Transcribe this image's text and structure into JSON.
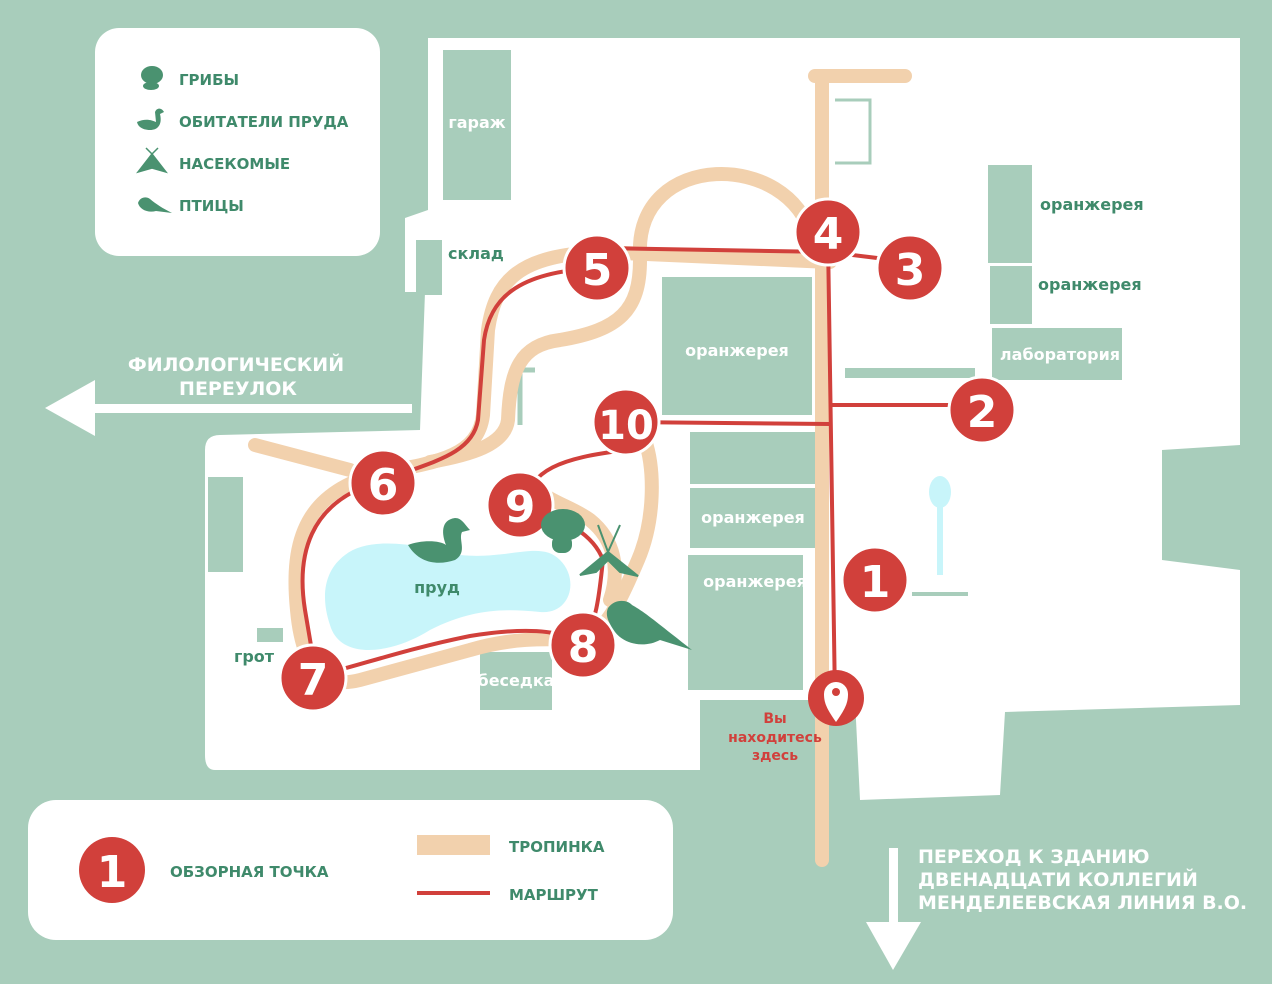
{
  "colors": {
    "background": "#a8cdbb",
    "land": "#ffffff",
    "path": "#f2d1ad",
    "route": "#d1403b",
    "text_green": "#3f8a6b",
    "pond": "#c8f5fa"
  },
  "legend_top": {
    "items": [
      {
        "icon": "mushroom-icon",
        "label": "ГРИБЫ"
      },
      {
        "icon": "duck-icon",
        "label": "ОБИТАТЕЛИ ПРУДА"
      },
      {
        "icon": "moth-icon",
        "label": "НАСЕКОМЫЕ"
      },
      {
        "icon": "bird-icon",
        "label": "ПТИЦЫ"
      }
    ]
  },
  "legend_bottom": {
    "viewpoint_number": "1",
    "viewpoint_label": "ОБЗОРНАЯ ТОЧКА",
    "path_label": "ТРОПИНКА",
    "route_label": "МАРШРУТ"
  },
  "buildings": {
    "garage": "гараж",
    "storage": "склад",
    "greenhouse": "оранжерея",
    "laboratory": "лаборатория",
    "pavilion": "беседка",
    "grotto": "грот",
    "pond": "пруд"
  },
  "exits": {
    "west": [
      "ФИЛОЛОГИЧЕСКИЙ",
      "ПЕРЕУЛОК"
    ],
    "south": [
      "ПЕРЕХОД К ЗДАНИЮ",
      "ДВЕНАДЦАТИ КОЛЛЕГИЙ",
      "МЕНДЕЛЕЕВСКАЯ ЛИНИЯ В.О."
    ]
  },
  "you_are_here": [
    "Вы",
    "находитесь",
    "здесь"
  ],
  "points": [
    "1",
    "2",
    "3",
    "4",
    "5",
    "6",
    "7",
    "8",
    "9",
    "10"
  ]
}
